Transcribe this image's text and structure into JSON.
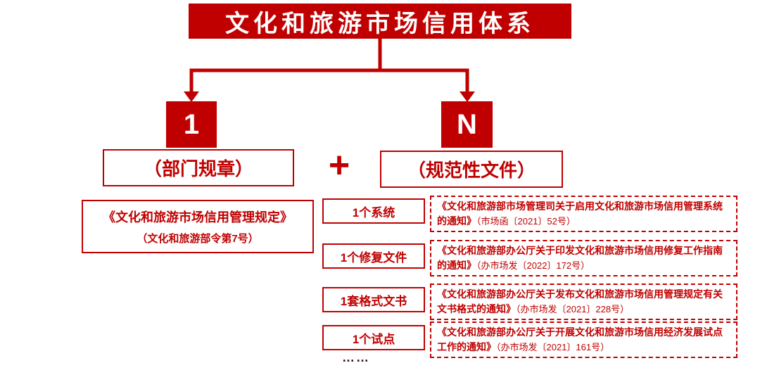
{
  "title": "文化和旅游市场信用体系",
  "left_branch": {
    "count": "1",
    "category": "（部门规章）",
    "doc_title": "《文化和旅游市场信用管理规定》",
    "doc_ref": "（文化和旅游部令第7号）"
  },
  "plus_sign": "+",
  "right_branch": {
    "count": "N",
    "category": "（规范性文件）",
    "items": [
      {
        "label": "1个系统",
        "title": "《文化和旅游部市场管理司关于启用文化和旅游市场信用管理系统的通知》",
        "ref": "（市场函〔2021〕52号）"
      },
      {
        "label": "1个修复文件",
        "title": "《文化和旅游部办公厅关于印发文化和旅游市场信用修复工作指南的通知》",
        "ref": "（办市场发〔2022〕172号）"
      },
      {
        "label": "1套格式文书",
        "title": "《文化和旅游部办公厅关于发布文化和旅游市场信用管理规定有关文书格式的通知》",
        "ref": "（办市场发〔2021〕228号）"
      },
      {
        "label": "1个试点",
        "title": "《文化和旅游部办公厅关于开展文化和旅游市场信用经济发展试点工作的通知》",
        "ref": "（办市场发〔2021〕161号）"
      }
    ],
    "ellipsis": "……"
  },
  "colors": {
    "red": "#c00000",
    "white": "#ffffff"
  }
}
